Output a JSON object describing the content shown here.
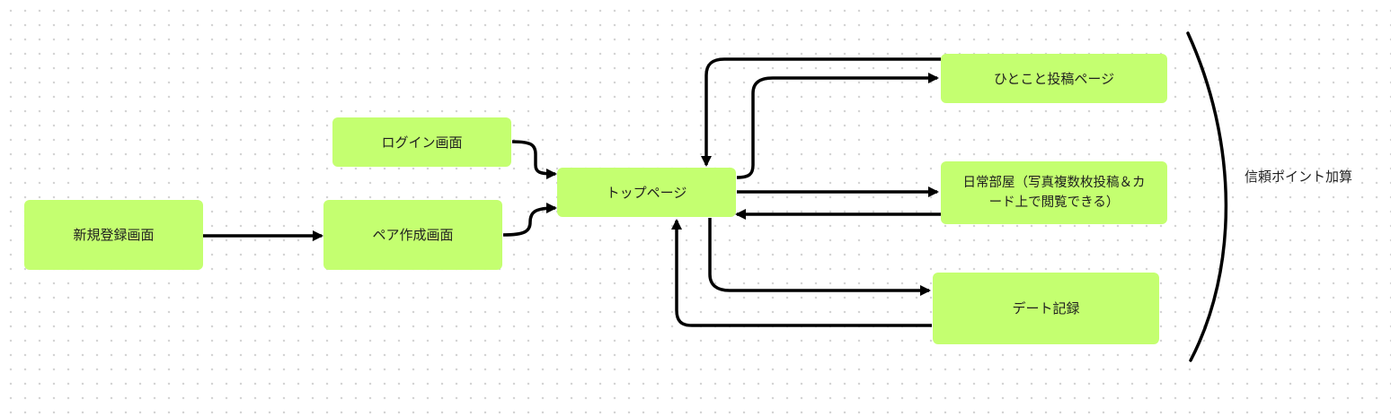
{
  "diagram": {
    "nodes": {
      "signup": {
        "label": "新規登録画面"
      },
      "login": {
        "label": "ログイン画面"
      },
      "pair": {
        "label": "ペア作成画面"
      },
      "top": {
        "label": "トップページ"
      },
      "hitokoto": {
        "label": "ひとこと投稿ページ"
      },
      "daily": {
        "label_line1": "日常部屋（写真複数枚投稿＆カ",
        "label_line2": "ード上で閲覧できる）"
      },
      "date": {
        "label": "デート記録"
      }
    },
    "side_label": "信頼ポイント加算",
    "colors": {
      "node_fill": "#c4ff70",
      "edge": "#000000",
      "text": "#1f1f1f"
    }
  }
}
